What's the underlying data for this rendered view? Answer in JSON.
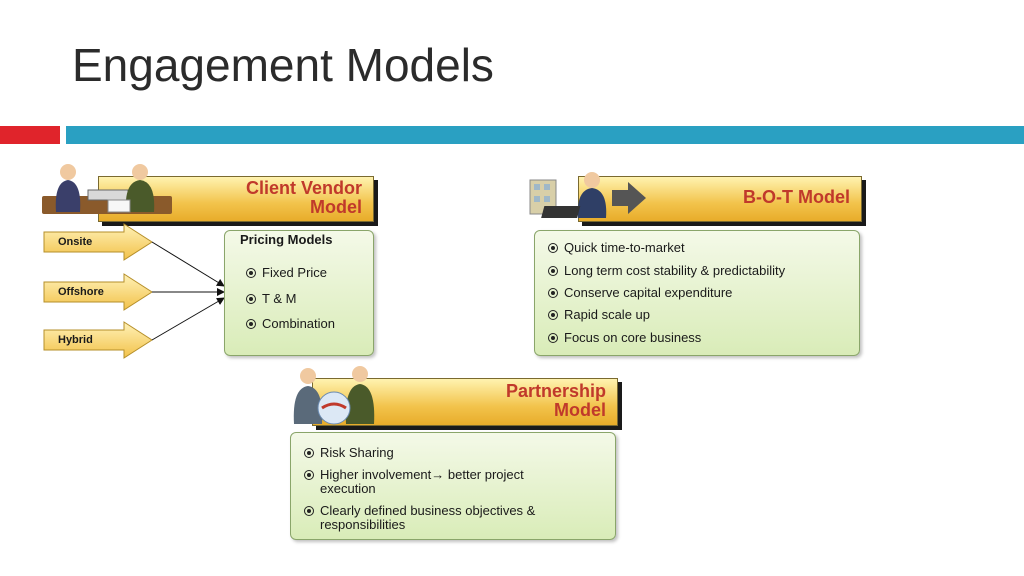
{
  "slide": {
    "title": "Engagement Models"
  },
  "client_vendor": {
    "title_line1": "Client Vendor",
    "title_line2": "Model",
    "locations": [
      "Onsite",
      "Offshore",
      "Hybrid"
    ],
    "pricing_title": "Pricing Models",
    "pricing_items": [
      "Fixed Price",
      "T & M",
      "Combination"
    ]
  },
  "bot": {
    "title": "B-O-T Model",
    "items": [
      "Quick time-to-market",
      "Long term cost stability & predictability",
      "Conserve capital expenditure",
      "Rapid scale up",
      "Focus on core business"
    ]
  },
  "partnership": {
    "title_line1": "Partnership",
    "title_line2": "Model",
    "items": [
      {
        "line1": "Risk Sharing",
        "line2": ""
      },
      {
        "line1": "Higher involvement→ better project",
        "line2": "execution"
      },
      {
        "line1": "Clearly defined business objectives &",
        "line2": "responsibilities"
      }
    ]
  },
  "colors": {
    "accent_red": "#e0242b",
    "accent_blue": "#2aa0c2",
    "header_text": "#c0392b"
  }
}
